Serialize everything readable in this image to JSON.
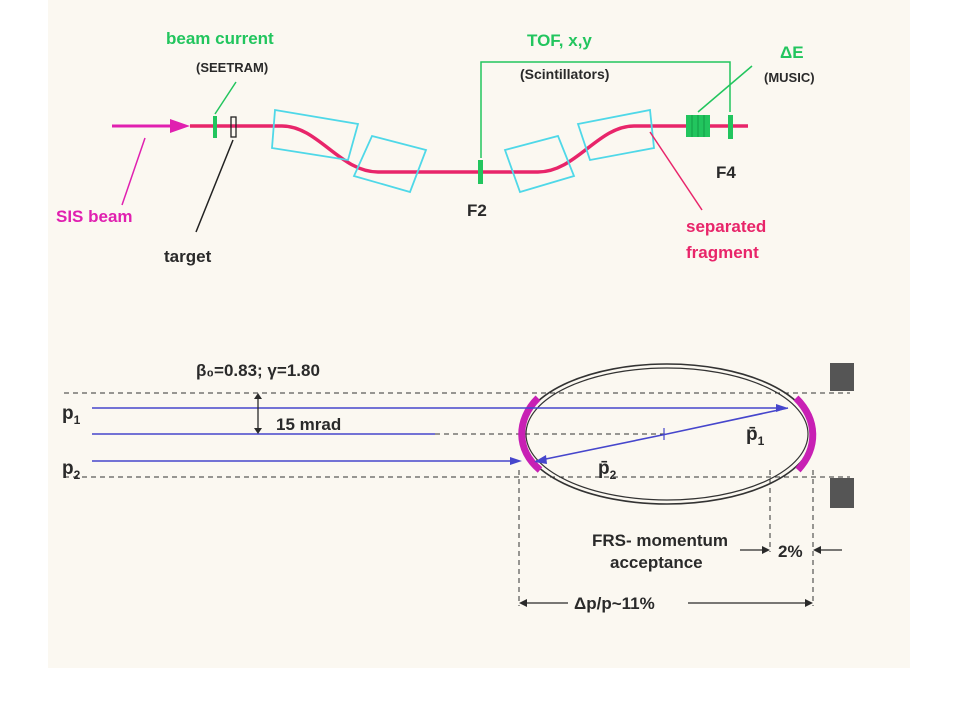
{
  "labels": {
    "beam_current": "beam current",
    "seetram": "(SEETRAM)",
    "tof": "TOF, x,y",
    "scintillators": "(Scintillators)",
    "delta_e": "ΔE",
    "music": "(MUSIC)",
    "sis_beam": "SIS beam",
    "target": "target",
    "f2": "F2",
    "f4": "F4",
    "separated": "separated",
    "fragment": "fragment",
    "beta_gamma": "β₀=0.83;  γ=1.80",
    "p1": "p",
    "p1_sub": "1",
    "p2": "p",
    "p2_sub": "2",
    "mrad": "15  mrad",
    "pbar1": "p̄",
    "pbar1_sub": "1",
    "pbar2": "p̄",
    "pbar2_sub": "2",
    "frs": "FRS- momentum",
    "acceptance": "acceptance",
    "two_percent": "2%",
    "dpp": "Δp/p~11%"
  },
  "colors": {
    "paper": "#fbf8f1",
    "beam": "#e8256a",
    "sis": "#e020b0",
    "green": "#22c55e",
    "cyan": "#4fd8e8",
    "blue": "#4646cc",
    "magenta": "#c820b4",
    "ink": "#2a2a2a"
  }
}
